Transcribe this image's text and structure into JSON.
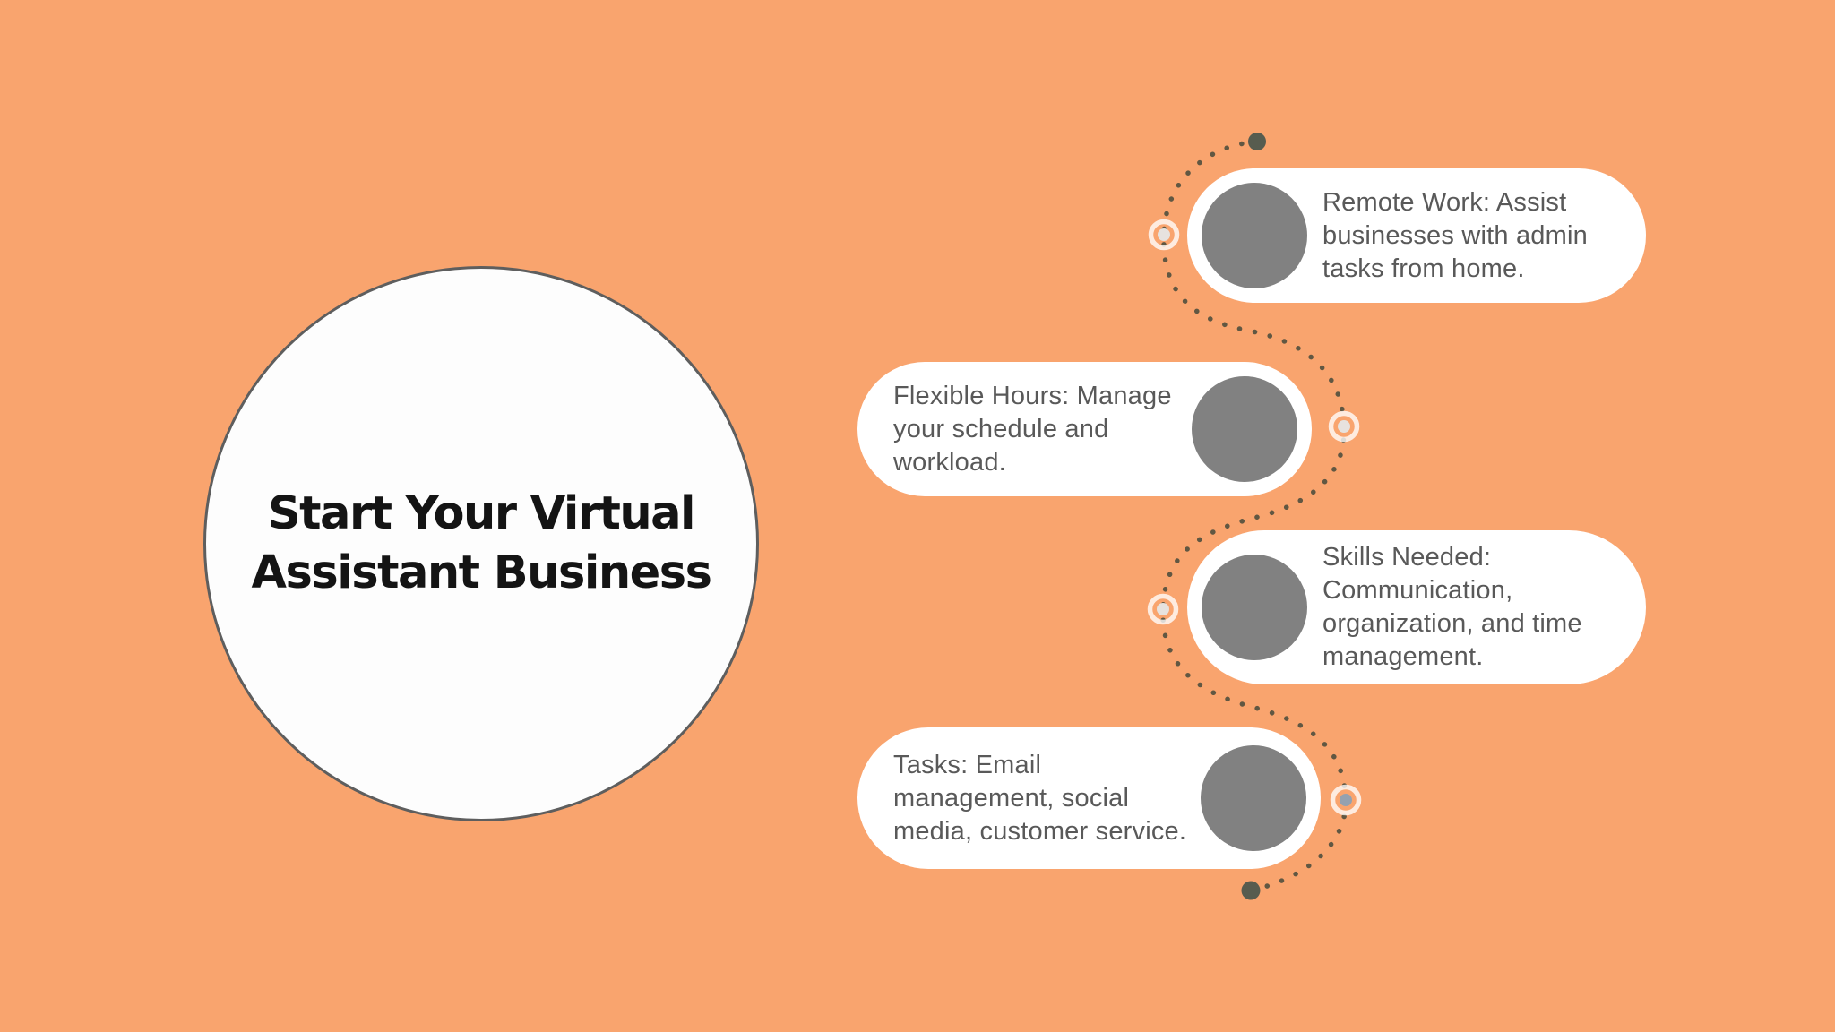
{
  "title": {
    "line1": "Start Your Virtual",
    "line2": "Assistant Business"
  },
  "steps": [
    {
      "name": "remote-work",
      "lines": [
        "Remote Work: Assist",
        "businesses with admin",
        "tasks from home."
      ]
    },
    {
      "name": "flexible-hours",
      "lines": [
        "Flexible Hours: Manage",
        "your schedule and",
        "workload."
      ]
    },
    {
      "name": "skills-needed",
      "lines": [
        "Skills Needed:",
        "Communication,",
        "organization, and time",
        "management."
      ]
    },
    {
      "name": "tasks",
      "lines": [
        "Tasks: Email",
        "management, social",
        "media, customer service."
      ]
    }
  ],
  "colors": {
    "bg": "#F9A46E",
    "card-bg": "#FFFFFF",
    "big-circle-bg": "#FDFDFD",
    "big-circle-border": "#5E5E5E",
    "title-text": "#141414",
    "step-text": "#595959",
    "step-circle": "#818181",
    "path-dot": "#615742",
    "terminal-dot": "#575C4F",
    "marker-ring": "rgba(255,255,255,0.78)",
    "marker-center": "#E7E2DE",
    "marker-center-4": "#95A1AF"
  }
}
